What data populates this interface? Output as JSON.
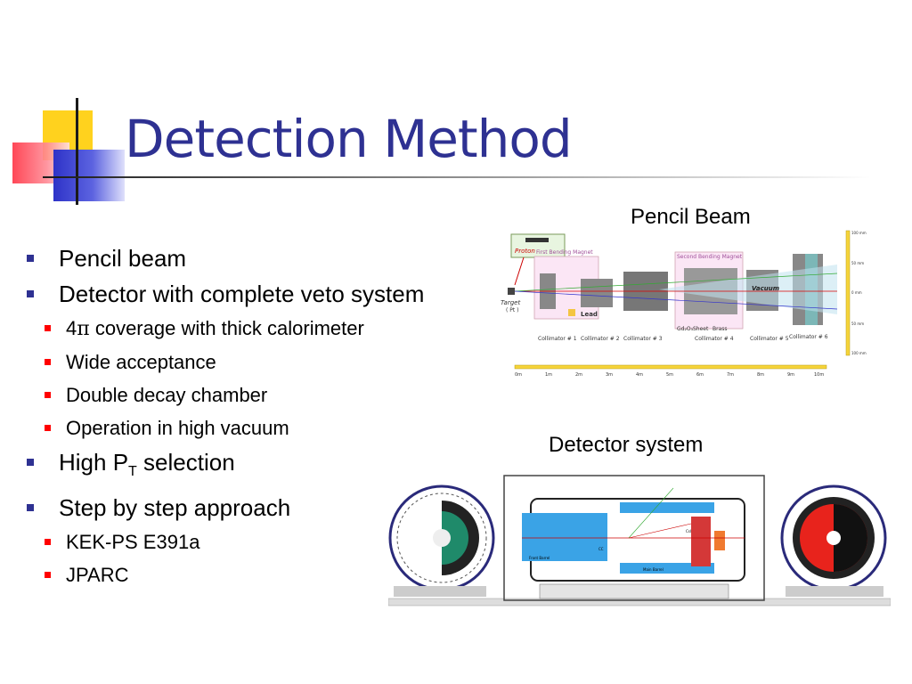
{
  "slide": {
    "title": "Detection Method",
    "bullets": [
      {
        "text": "Pencil beam",
        "subs": []
      },
      {
        "text": "Detector with complete veto system",
        "subs": [
          {
            "pre": "4",
            "sym": "π",
            "post": " coverage with thick calorimeter"
          },
          {
            "pre": "Wide acceptance"
          },
          {
            "pre": "Double decay chamber"
          },
          {
            "pre": "Operation in high vacuum"
          }
        ]
      },
      {
        "text": "High P",
        "sub": "T",
        "after": " selection",
        "subs": []
      },
      {
        "text": "Step by step approach",
        "subs": [
          {
            "pre": "KEK-PS E391a"
          },
          {
            "pre": "JPARC"
          }
        ]
      }
    ]
  },
  "figures": {
    "pencil_beam": {
      "caption": "Pencil Beam",
      "labels": {
        "proton": "Proton",
        "target": "Target",
        "target_material": "( Pt )",
        "first_magnet": "First Bending Magnet",
        "second_magnet": "Second Bending Magnet",
        "vacuum": "Vacuum",
        "lead": "Lead",
        "sheet": "Gd₂O₃Sheet",
        "brass": "Brass",
        "collimators": [
          "Collimator # 1",
          "Collimator # 2",
          "Collimator # 3",
          "Collimator # 4",
          "Collimator # 5",
          "Collimator # 6"
        ],
        "scale": [
          "0m",
          "1m",
          "2m",
          "3m",
          "4m",
          "5m",
          "6m",
          "7m",
          "8m",
          "9m",
          "10m"
        ],
        "side_scale": [
          "100 mm",
          "50 mm",
          "0 mm",
          "50 mm",
          "100 mm"
        ]
      }
    },
    "detector": {
      "caption": "Detector system",
      "labels": {
        "csi": "CsI",
        "cc": "CC",
        "main_barrel": "Main Barrel",
        "front_barrel": "Front Barrel"
      }
    }
  }
}
